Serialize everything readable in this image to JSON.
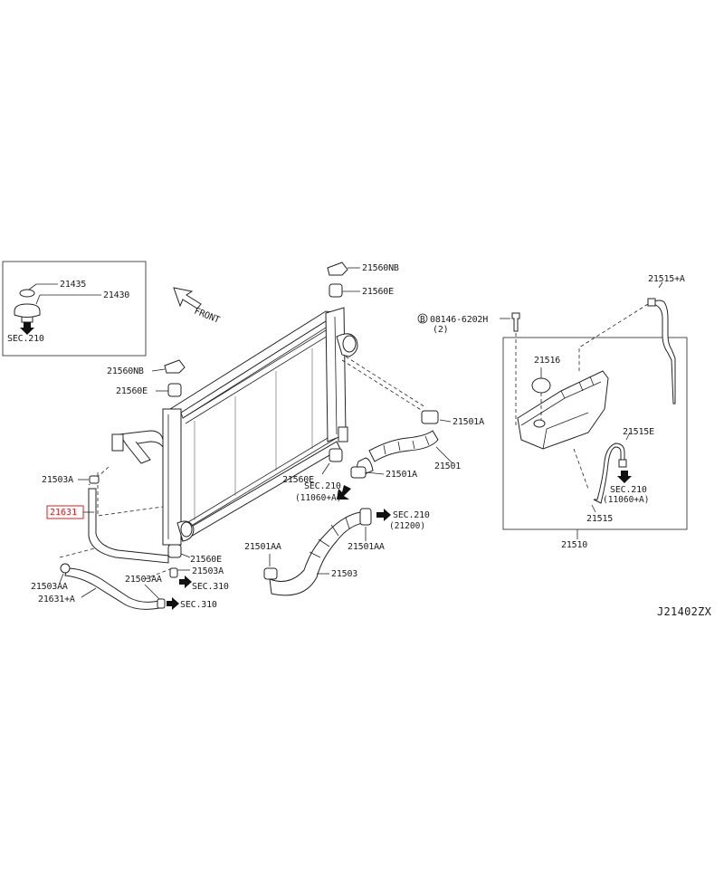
{
  "labels": {
    "p21435": "21435",
    "p21430": "21430",
    "sec210_cap": "SEC.210",
    "front": "FRONT",
    "p21560nb_top": "21560NB",
    "p21560e_top": "21560E",
    "p21560nb_left": "21560NB",
    "p21560e_left": "21560E",
    "p08146": "08146-6202H",
    "p08146_qty": "(2)",
    "bolt_mark": "B",
    "p21515a": "21515+A",
    "p21516": "21516",
    "p21501a_top": "21501A",
    "p21503a_left": "21503A",
    "p21631": "21631",
    "p21560e_mid": "21560E",
    "sec210_mid": "SEC.210",
    "sec210_mid_sub": "(11060+A)",
    "p21501a_mid": "21501A",
    "p21501": "21501",
    "sec210_right": "SEC.210",
    "sec210_right_sub": "(21200)",
    "p21515e": "21515E",
    "sec210_tank": "SEC.210",
    "sec210_tank_sub": "(11060+A)",
    "p21515": "21515",
    "p21510": "21510",
    "p21501aa_left": "21501AA",
    "p21501aa_right": "21501AA",
    "p21503": "21503",
    "p21560e_bottom": "21560E",
    "p21503a_bottom": "21503A",
    "sec310_a": "SEC.310",
    "p21503aa_a": "21503AA",
    "p21503aa_b": "21503AA",
    "p21631a": "21631+A",
    "sec310_b": "SEC.310",
    "diagram_code": "J21402ZX"
  },
  "highlight_color": "#cc2222"
}
